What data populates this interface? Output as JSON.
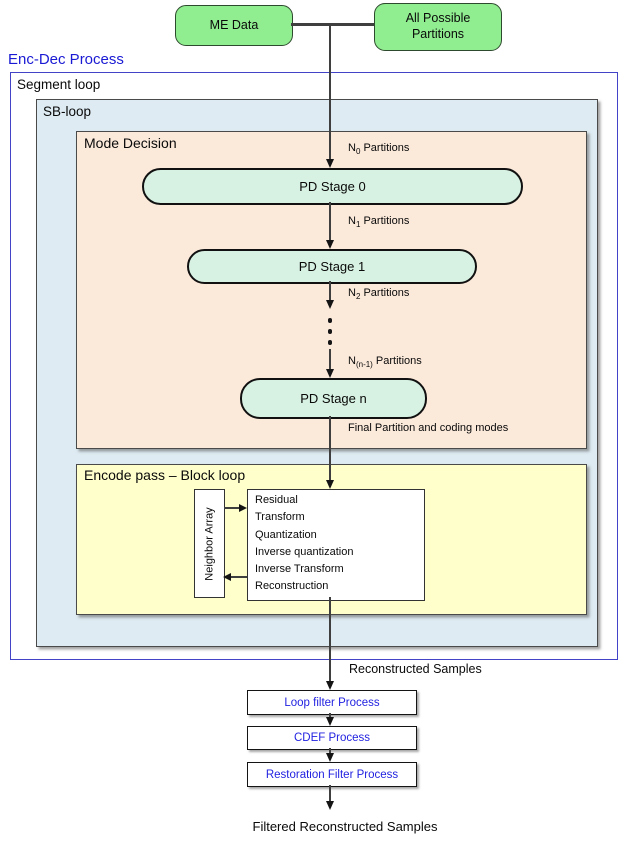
{
  "colors": {
    "source_fill": "#90EE90",
    "stage_fill": "#D7F2E3",
    "sb_loop_fill": "#DEEBF2",
    "mode_decision_fill": "#FBE9DA",
    "encode_pass_fill": "#FFFFCC",
    "frame_blue": "#4343C8",
    "title_blue": "#1A1AD4",
    "filter_text_blue": "#1F1FE0",
    "line_dark": "#3F3F3F"
  },
  "sources": {
    "me_data": "ME Data",
    "all_partitions": "All Possible Partitions"
  },
  "enc_dec": {
    "title": "Enc-Dec Process",
    "segment_loop": "Segment loop",
    "sb_loop": "SB-loop"
  },
  "mode_decision": {
    "title": "Mode Decision",
    "stages": [
      "PD Stage 0",
      "PD Stage 1",
      "PD Stage n"
    ],
    "edge_labels": [
      {
        "prefix": "N",
        "sub": "0",
        "suffix": " Partitions"
      },
      {
        "prefix": "N",
        "sub": "1",
        "suffix": " Partitions"
      },
      {
        "prefix": "N",
        "sub": "2",
        "suffix": " Partitions"
      },
      {
        "prefix": "N",
        "sub": "(n-1)",
        "suffix": " Partitions"
      }
    ],
    "output_label": "Final Partition and coding modes"
  },
  "encode_pass": {
    "title": "Encode pass – Block loop",
    "neighbor_array": "Neighbor Array",
    "ops": [
      "Residual",
      "Transform",
      "Quantization",
      "Inverse quantization",
      "Inverse Transform",
      "Reconstruction"
    ]
  },
  "post": {
    "reconstructed_label": "Reconstructed Samples",
    "filters": [
      "Loop filter Process",
      "CDEF Process",
      "Restoration Filter Process"
    ],
    "output_label": "Filtered Reconstructed Samples"
  }
}
